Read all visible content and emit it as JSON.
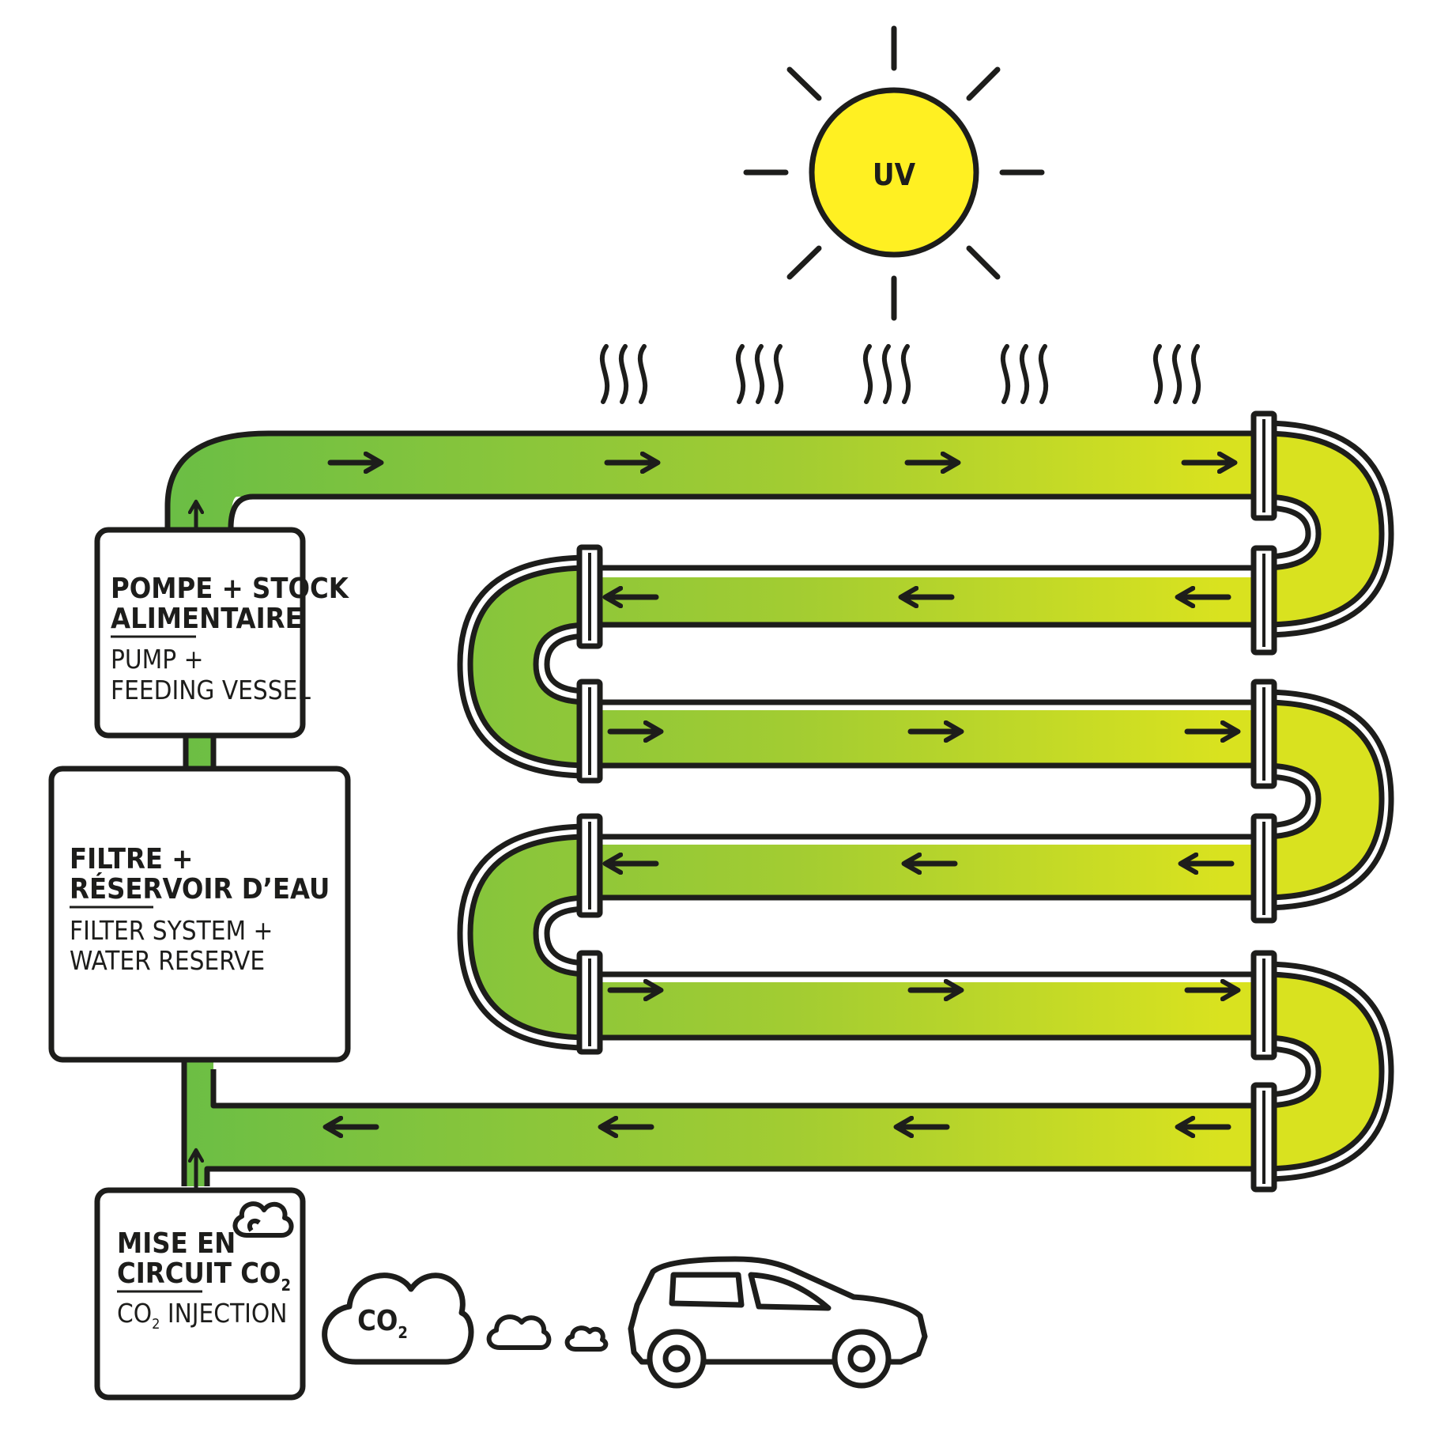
{
  "sun": {
    "label": "UV",
    "fill": "#fff022"
  },
  "colors": {
    "algae_dark": "#6bbe45",
    "algae_light": "#d9e21f",
    "outline": "#1d1d1b"
  },
  "boxes": {
    "pump": {
      "title_line1": "POMPE + STOCK",
      "title_line2": "ALIMENTAIRE",
      "subtitle_line1": "PUMP +",
      "subtitle_line2": "FEEDING VESSEL"
    },
    "filter": {
      "title_line1": "FILTRE +",
      "title_line2": "RÉSERVOIR D’EAU",
      "subtitle_line1": "FILTER SYSTEM +",
      "subtitle_line2": "WATER RESERVE"
    },
    "co2": {
      "title_line1": "MISE EN",
      "title_line2": "CIRCUIT CO",
      "title_sub": "2",
      "subtitle_main": "CO",
      "subtitle_sub": "2",
      "subtitle_rest": " INJECTION"
    }
  },
  "cloud": {
    "label": "CO",
    "label_sub": "2"
  },
  "icons": [
    "sun-icon",
    "heat-wave-icon",
    "cloud-icon",
    "car-icon",
    "arrow-right-icon",
    "arrow-left-icon"
  ]
}
